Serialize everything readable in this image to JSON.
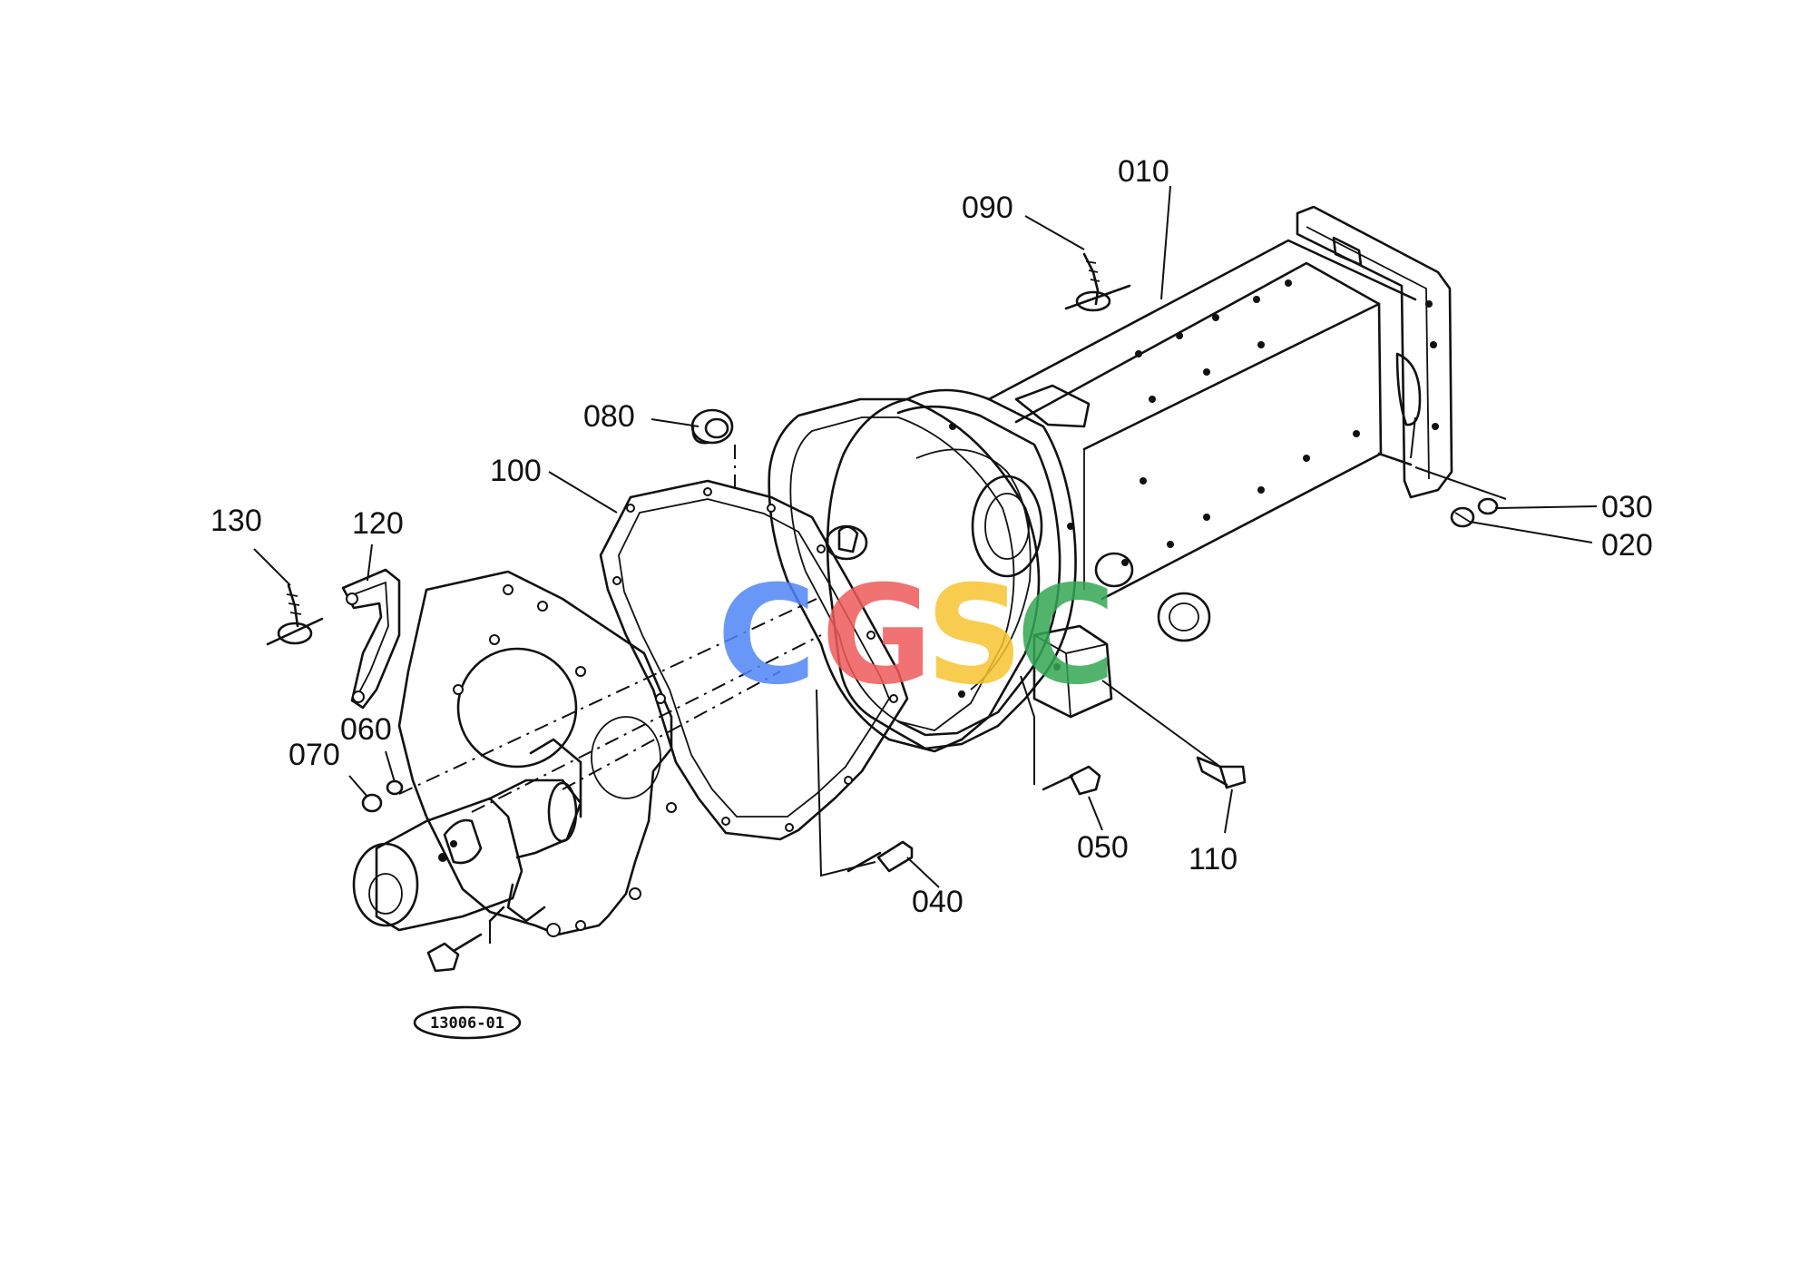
{
  "diagram": {
    "reference_code": "13006-01",
    "watermark": {
      "letters": [
        "C",
        "G",
        "S",
        "C"
      ],
      "colors": [
        "#4f86f7",
        "#ef5a5a",
        "#f7c531",
        "#34a853"
      ]
    },
    "callouts": [
      {
        "id": "010"
      },
      {
        "id": "090"
      },
      {
        "id": "080"
      },
      {
        "id": "100"
      },
      {
        "id": "130"
      },
      {
        "id": "120"
      },
      {
        "id": "060"
      },
      {
        "id": "070"
      },
      {
        "id": "030"
      },
      {
        "id": "020"
      },
      {
        "id": "050"
      },
      {
        "id": "110"
      },
      {
        "id": "040"
      }
    ]
  }
}
